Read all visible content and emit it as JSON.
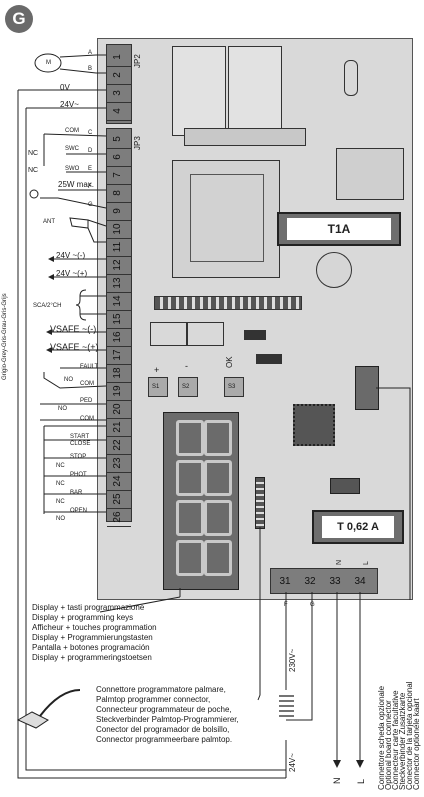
{
  "badge": "G",
  "jp2_label": "JP2",
  "jp3_label": "JP3",
  "terminals_left": [
    "1",
    "2",
    "3",
    "4",
    "5",
    "6",
    "7",
    "8",
    "9",
    "10",
    "11",
    "12",
    "13",
    "14",
    "15",
    "16",
    "17",
    "18",
    "19",
    "20",
    "21",
    "22",
    "23",
    "24",
    "25",
    "26"
  ],
  "terminals_bottom": [
    "31",
    "32",
    "33",
    "34"
  ],
  "wire_letters": [
    "A",
    "B",
    "C",
    "D",
    "E",
    "F",
    "G"
  ],
  "motor_label": "M",
  "left_labels": {
    "ov": "0V",
    "v24": "24V~",
    "com1": "COM",
    "swc": "SWC",
    "swo": "SWO",
    "nc1": "NC",
    "nc2": "NC",
    "lamp": "25W max.",
    "ant": "ANT",
    "v24_minus": "24V ~(-)",
    "v24_plus": "24V ~(+)",
    "sca": "SCA/2°CH",
    "vsafe_minus": "VSAFE ~(-)",
    "vsafe_plus": "VSAFE ~(+)",
    "fault": "FAULT",
    "no1": "NO",
    "com2": "COM",
    "ped": "PED",
    "no2": "NO",
    "com3": "COM",
    "start": "START",
    "close": "CLOSE",
    "stop": "STOP",
    "nc3": "NC",
    "phot": "PHOT",
    "nc4": "NC",
    "bar": "BAR",
    "nc5": "NC",
    "open": "OPEN",
    "no3": "NO"
  },
  "vertical_wire_label": "Grigio-Grey-Gris-Grau-Gris-Grijs",
  "fuse1": "T1A",
  "fuse2": "T 0,62 A",
  "buttons": {
    "plus": "+",
    "minus": "-",
    "ok": "OK",
    "s1": "S1",
    "s2": "S2",
    "s3": "S3"
  },
  "mains_letters": {
    "n": "N",
    "l": "L",
    "f": "F",
    "g": "G"
  },
  "display_keys_lines": [
    "Display + tasti programmazione",
    "Display + programming keys",
    "Afficheur + touches programmation",
    "Display + Programmierungstasten",
    "Pantalla + botones programación",
    "Display + programmeringstoetsen"
  ],
  "palmtop_lines": [
    "Connettore programmatore palmare,",
    "Palmtop programmer connector,",
    "Connecteur programmateur de poche,",
    "Steckverbinder Palmtop-Programmierer,",
    "Conector del programador de bolsillo,",
    "Connector programmeerbare palmtop."
  ],
  "optional_board_lines": [
    "Connettore scheda opzionale",
    "Optional board connector",
    "Connecteur carte facultative",
    "Steckverbinder Zusatzkarte",
    "Conector de la tarjeta opcional",
    "Connector optionele kaart"
  ],
  "v230": "230V~",
  "v24_bottom": "24V~",
  "bottom_n": "N",
  "bottom_l": "L"
}
